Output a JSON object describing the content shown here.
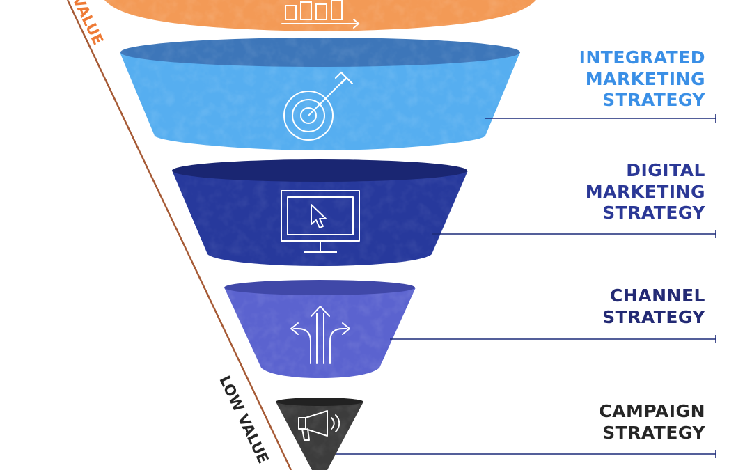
{
  "axis": {
    "high_label": "VALUE",
    "low_label": "LOW VALUE",
    "high_color": "#ee7a35",
    "low_color": "#262626",
    "line_color": "#a65a35"
  },
  "tiers": [
    {
      "name": "top-strategy",
      "label": "",
      "color": "#f39a56",
      "rim_color": "#f6b27e",
      "label_color": "#f0883e",
      "icon": "bar-chart-icon"
    },
    {
      "name": "integrated-marketing-strategy",
      "label": "INTEGRATED\nMARKETING\nSTRATEGY",
      "color": "#56aef0",
      "rim_color": "#3d76b9",
      "label_color": "#3a8fe6",
      "icon": "target-arrow-icon"
    },
    {
      "name": "digital-marketing-strategy",
      "label": "DIGITAL\nMARKETING\nSTRATEGY",
      "color": "#27399c",
      "rim_color": "#1a2672",
      "label_color": "#2b3896",
      "icon": "monitor-cursor-icon"
    },
    {
      "name": "channel-strategy",
      "label": "CHANNEL\nSTRATEGY",
      "color": "#5b63cf",
      "rim_color": "#4048a8",
      "label_color": "#232a74",
      "icon": "split-arrows-icon"
    },
    {
      "name": "campaign-strategy",
      "label": "CAMPAIGN\nSTRATEGY",
      "color": "#3c3c3c",
      "rim_color": "#222222",
      "label_color": "#262626",
      "icon": "megaphone-icon"
    }
  ],
  "leader_color": "#1c2a78"
}
